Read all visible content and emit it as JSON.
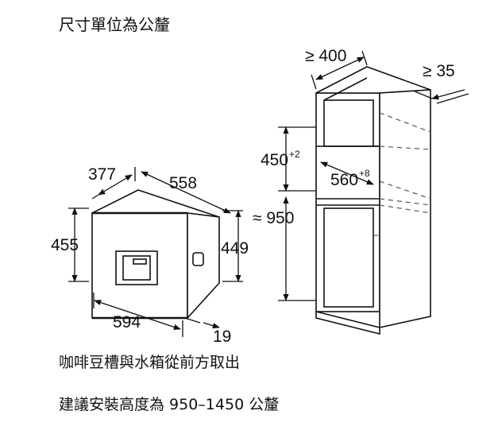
{
  "title": "尺寸單位為公釐",
  "notes": {
    "removal": "咖啡豆槽與水箱從前方取出",
    "install_height": "建議安裝高度為 950–1450 公釐"
  },
  "dims": {
    "appliance_depth_total": "377",
    "appliance_depth_body": "558",
    "appliance_height_outer": "455",
    "appliance_height_niche": "449",
    "appliance_width": "594",
    "appliance_front_offset": "19",
    "cabinet_min_depth": "≥ 400",
    "cabinet_back_gap": "≥ 35",
    "niche_height": "450",
    "niche_height_tolerance": "+2",
    "niche_width": "560",
    "niche_width_tolerance": "+8",
    "floor_height": "≈ 950"
  },
  "colors": {
    "line": "#111111",
    "dashed": "#555555",
    "background": "#ffffff"
  }
}
